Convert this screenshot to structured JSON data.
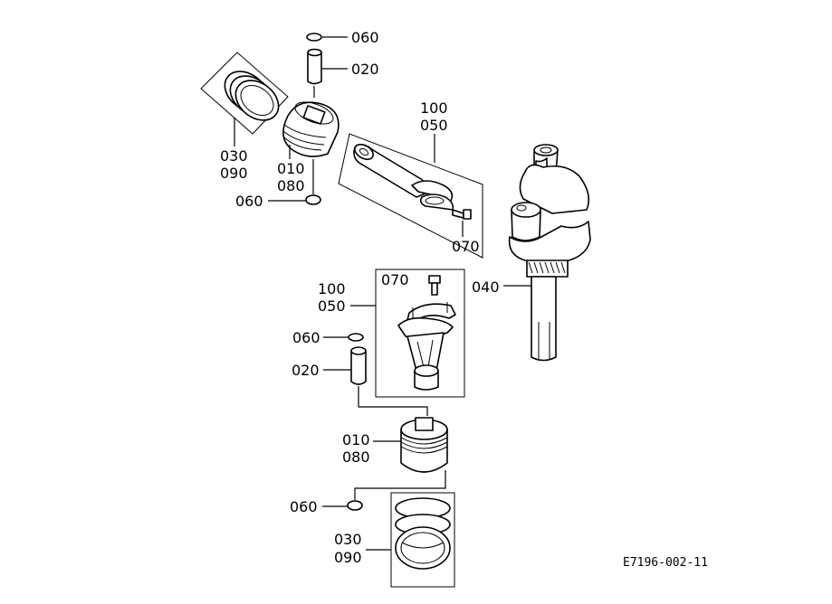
{
  "labels": {
    "top_060_a": "060",
    "top_020": "020",
    "top_030": "030",
    "top_090": "090",
    "top_010": "010",
    "top_080": "080",
    "top_060_b": "060",
    "top_100": "100",
    "top_050": "050",
    "top_070": "070",
    "crank_040": "040",
    "mid_070": "070",
    "mid_100": "100",
    "mid_050": "050",
    "mid_060": "060",
    "mid_020": "020",
    "low_010": "010",
    "low_080": "080",
    "low_060": "060",
    "low_030": "030",
    "low_090": "090"
  },
  "drawing_code": "E7196-002-11"
}
